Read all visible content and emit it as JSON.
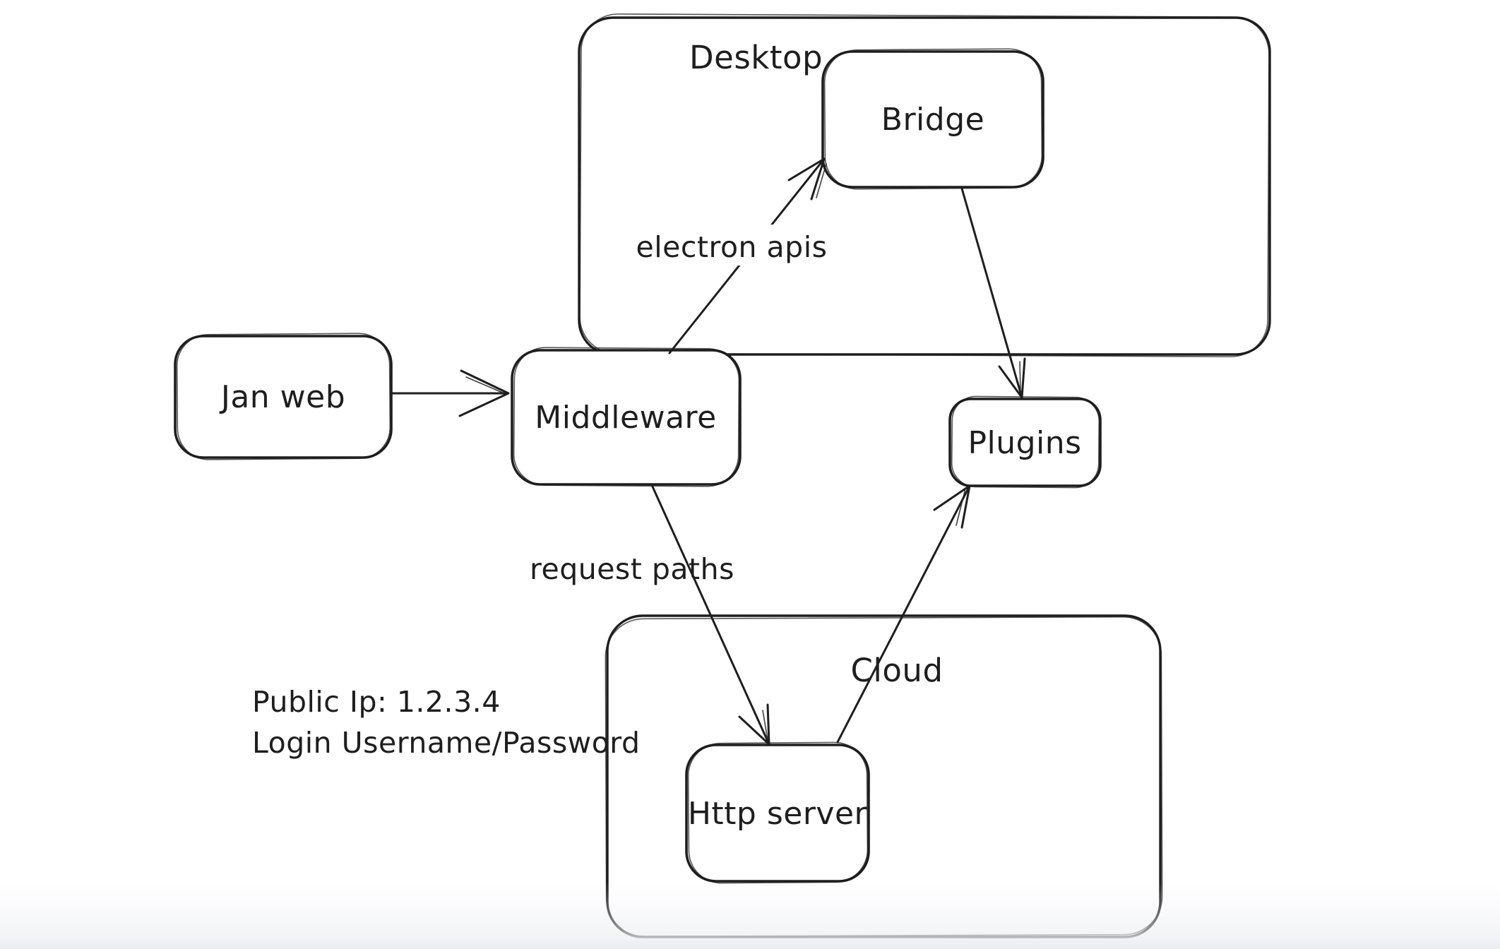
{
  "canvas": {
    "background": "#ffffff",
    "stroke_color": "#1e1e1e",
    "bottom_fade_color": "#edeff2"
  },
  "containers": {
    "desktop": {
      "label": "Desktop"
    },
    "cloud": {
      "label": "Cloud"
    }
  },
  "nodes": {
    "jan_web": {
      "label": "Jan web"
    },
    "middleware": {
      "label": "Middleware"
    },
    "bridge": {
      "label": "Bridge"
    },
    "plugins": {
      "label": "Plugins"
    },
    "http_server": {
      "label": "Http server"
    }
  },
  "edges": {
    "jan_web_to_middleware": {
      "from": "Jan web",
      "to": "Middleware",
      "label": ""
    },
    "middleware_to_bridge": {
      "from": "Middleware",
      "to": "Bridge",
      "label": "electron apis"
    },
    "bridge_to_plugins": {
      "from": "Bridge",
      "to": "Plugins",
      "label": ""
    },
    "middleware_to_http_server": {
      "from": "Middleware",
      "to": "Http server",
      "label": "request paths"
    },
    "http_server_to_plugins": {
      "from": "Http server",
      "to": "Plugins",
      "label": ""
    }
  },
  "annotation": {
    "line1": "Public Ip: 1.2.3.4",
    "line2": "Login Username/Password"
  }
}
